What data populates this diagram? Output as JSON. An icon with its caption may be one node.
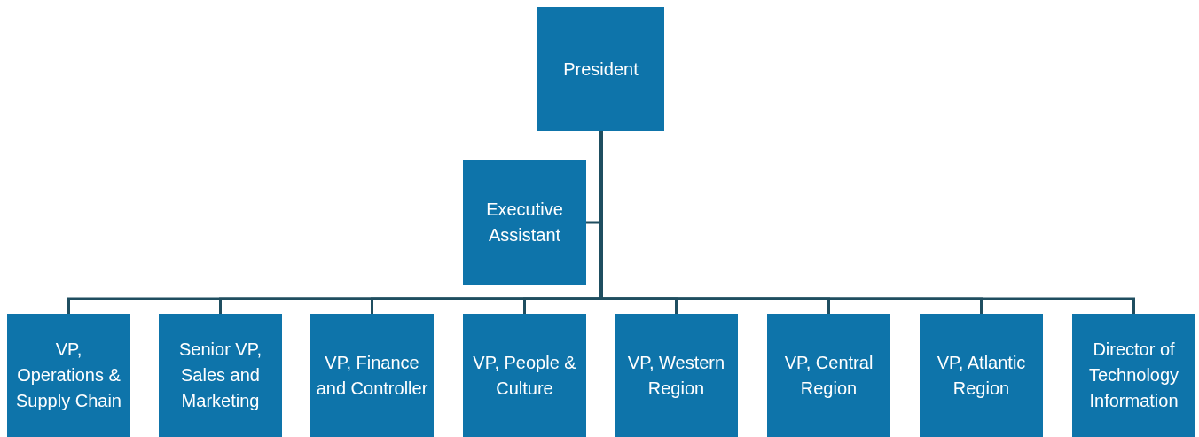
{
  "diagram": {
    "nodes": [
      {
        "text": [
          "President"
        ]
      },
      {
        "text": [
          "Executive Assistant"
        ]
      },
      {
        "text": [
          "VP, Operations & Supply Chain"
        ]
      },
      {
        "text": [
          "Senior VP, Sales and Marketing"
        ]
      },
      {
        "text": [
          "VP, Finance and Controller"
        ]
      },
      {
        "text": [
          "VP, People & Culture"
        ]
      },
      {
        "text": [
          "VP, Western Region"
        ]
      },
      {
        "text": [
          "VP, Central Region"
        ]
      },
      {
        "text": [
          "VP, Atlantic Region"
        ]
      },
      {
        "text": [
          "Director of Technology Information"
        ]
      }
    ],
    "edges": [
      {
        "from": 0,
        "to": 1,
        "arrow": "none"
      },
      {
        "from": 0,
        "to": 2,
        "arrow": "none"
      },
      {
        "from": 0,
        "to": 3,
        "arrow": "none"
      },
      {
        "from": 0,
        "to": 4,
        "arrow": "none"
      },
      {
        "from": 0,
        "to": 5,
        "arrow": "none"
      },
      {
        "from": 0,
        "to": 6,
        "arrow": "none"
      },
      {
        "from": 0,
        "to": 7,
        "arrow": "none"
      },
      {
        "from": 0,
        "to": 8,
        "arrow": "none"
      },
      {
        "from": 0,
        "to": 9,
        "arrow": "none"
      }
    ]
  }
}
